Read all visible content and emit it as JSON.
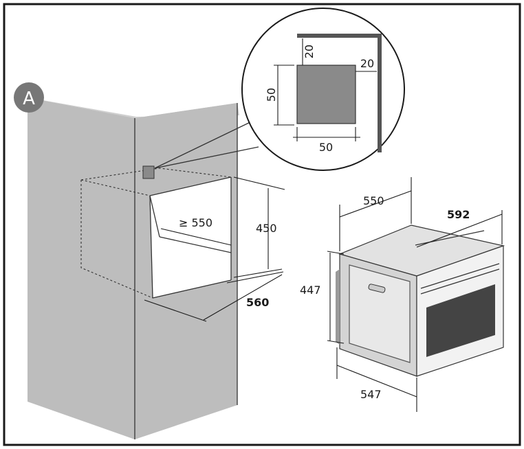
{
  "badge": {
    "label": "A"
  },
  "colors": {
    "cabinet": "#bdbdbd",
    "cabinet_top": "#cfcfcf",
    "badge": "#777777",
    "vent": "#8a8a8a",
    "oven_body": "#f2f2f2",
    "oven_top": "#e2e2e2",
    "door_glass": "#444444"
  },
  "detail": {
    "vent_height": "50",
    "vent_width": "50",
    "gap_top": "20",
    "gap_side": "20"
  },
  "cabinet": {
    "depth_label": "≥ 550",
    "height_label": "450",
    "width_label": "560"
  },
  "oven": {
    "depth_label": "550",
    "width_label": "592",
    "height_label": "447",
    "body_width_label": "547"
  }
}
